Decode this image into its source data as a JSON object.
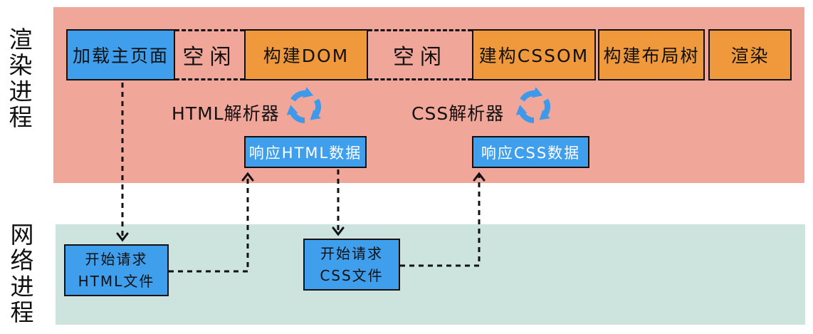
{
  "lanes": [
    {
      "id": "render-process",
      "label": "渲染进程"
    },
    {
      "id": "network-process",
      "label": "网络进程"
    }
  ],
  "timeline": [
    {
      "label": "加载主页面",
      "type": "blue"
    },
    {
      "label": "空闲",
      "type": "idle"
    },
    {
      "label": "构建DOM",
      "type": "orange"
    },
    {
      "label": "空闲",
      "type": "idle"
    },
    {
      "label": "建构CSSOM",
      "type": "orange"
    },
    {
      "label": "构建布局树",
      "type": "orange"
    },
    {
      "label": "渲染",
      "type": "orange"
    }
  ],
  "parsers": [
    {
      "label": "HTML解析器",
      "icon": "refresh-cycle-icon"
    },
    {
      "label": "CSS解析器",
      "icon": "refresh-cycle-icon"
    }
  ],
  "responses": [
    {
      "label": "响应HTML数据"
    },
    {
      "label": "响应CSS数据"
    }
  ],
  "requests": [
    {
      "line1": "开始请求",
      "line2": "HTML文件"
    },
    {
      "line1": "开始请求",
      "line2": "CSS文件"
    }
  ],
  "connections": [
    {
      "from": "加载主页面",
      "to": "开始请求HTML文件",
      "style": "dashed-arrow"
    },
    {
      "from": "开始请求HTML文件",
      "to": "响应HTML数据",
      "style": "dashed-arrow"
    },
    {
      "from": "响应HTML数据",
      "to": "开始请求CSS文件",
      "style": "dashed-arrow"
    },
    {
      "from": "开始请求CSS文件",
      "to": "响应CSS数据",
      "style": "dashed-arrow"
    }
  ],
  "colors": {
    "band_render": "#f1a69a",
    "band_network": "#cde3de",
    "blue": "#3f9fec",
    "orange": "#f0993c",
    "icon_blue": "#3e99ea",
    "line": "#111111"
  }
}
